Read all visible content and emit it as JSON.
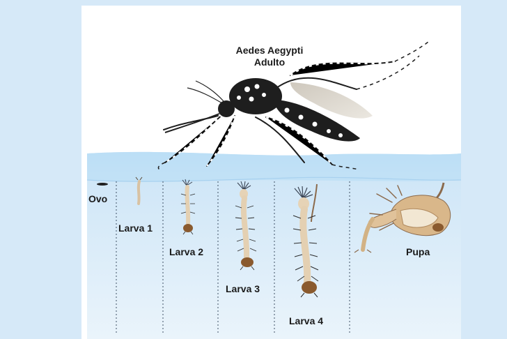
{
  "title": {
    "line1": "Aedes Aegypti",
    "line2": "Adulto"
  },
  "stages": [
    {
      "id": "ovo",
      "label": "Ovo"
    },
    {
      "id": "larva-1",
      "label": "Larva 1"
    },
    {
      "id": "larva-2",
      "label": "Larva 2"
    },
    {
      "id": "larva-3",
      "label": "Larva 3"
    },
    {
      "id": "larva-4",
      "label": "Larva 4"
    },
    {
      "id": "pupa",
      "label": "Pupa"
    }
  ],
  "colors": {
    "background": "#d6e9f8",
    "water_surface": "#cfe6f7",
    "water_deep": "#e3f0fa",
    "mosquito_body": "#1e1e1e",
    "larva_body": "#e8d4b8",
    "larva_head": "#8a5a2e",
    "pupa_body": "#d9b78a"
  }
}
